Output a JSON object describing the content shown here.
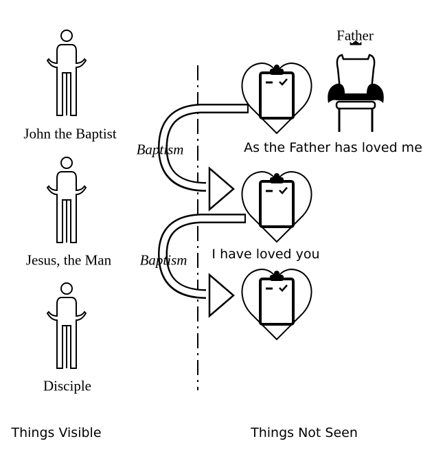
{
  "labels": {
    "father": "Father",
    "john": "John the Baptist",
    "baptism_1": "Baptism",
    "as_father_loved": "As the Father has loved me",
    "jesus_man": "Jesus, the Man",
    "baptism_2": "Baptism",
    "i_have_loved": "I have loved you",
    "disciple": "Disciple",
    "things_visible": "Things Visible",
    "things_not_seen": "Things Not Seen"
  },
  "icons": [
    "person-icon",
    "heart-clipboard-icon",
    "throne-icon",
    "curved-arrow"
  ]
}
